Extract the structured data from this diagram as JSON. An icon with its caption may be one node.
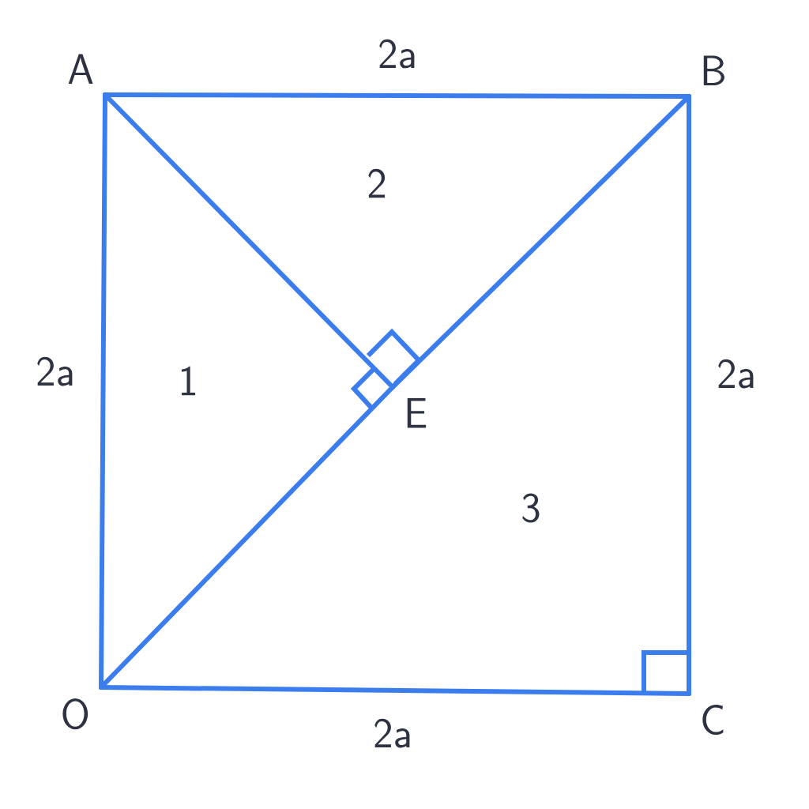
{
  "diagram": {
    "nodes": [
      {
        "text": [
          "A"
        ]
      },
      {
        "text": [
          "B"
        ]
      },
      {
        "text": [
          "C"
        ]
      },
      {
        "text": [
          "O"
        ]
      },
      {
        "text": [
          "E"
        ]
      }
    ],
    "edges": [
      {
        "from": 0,
        "to": 1,
        "arrow": "none"
      },
      {
        "from": 1,
        "to": 2,
        "arrow": "none"
      },
      {
        "from": 3,
        "to": 2,
        "arrow": "none"
      },
      {
        "from": 0,
        "to": 3,
        "arrow": "none"
      },
      {
        "from": 3,
        "to": 4,
        "arrow": "none"
      },
      {
        "from": 4,
        "to": 1,
        "arrow": "none"
      },
      {
        "from": 0,
        "to": 4,
        "arrow": "none"
      }
    ],
    "labels": [
      "2a",
      "2",
      "2a",
      "1",
      "2a",
      "3",
      "2a"
    ]
  }
}
